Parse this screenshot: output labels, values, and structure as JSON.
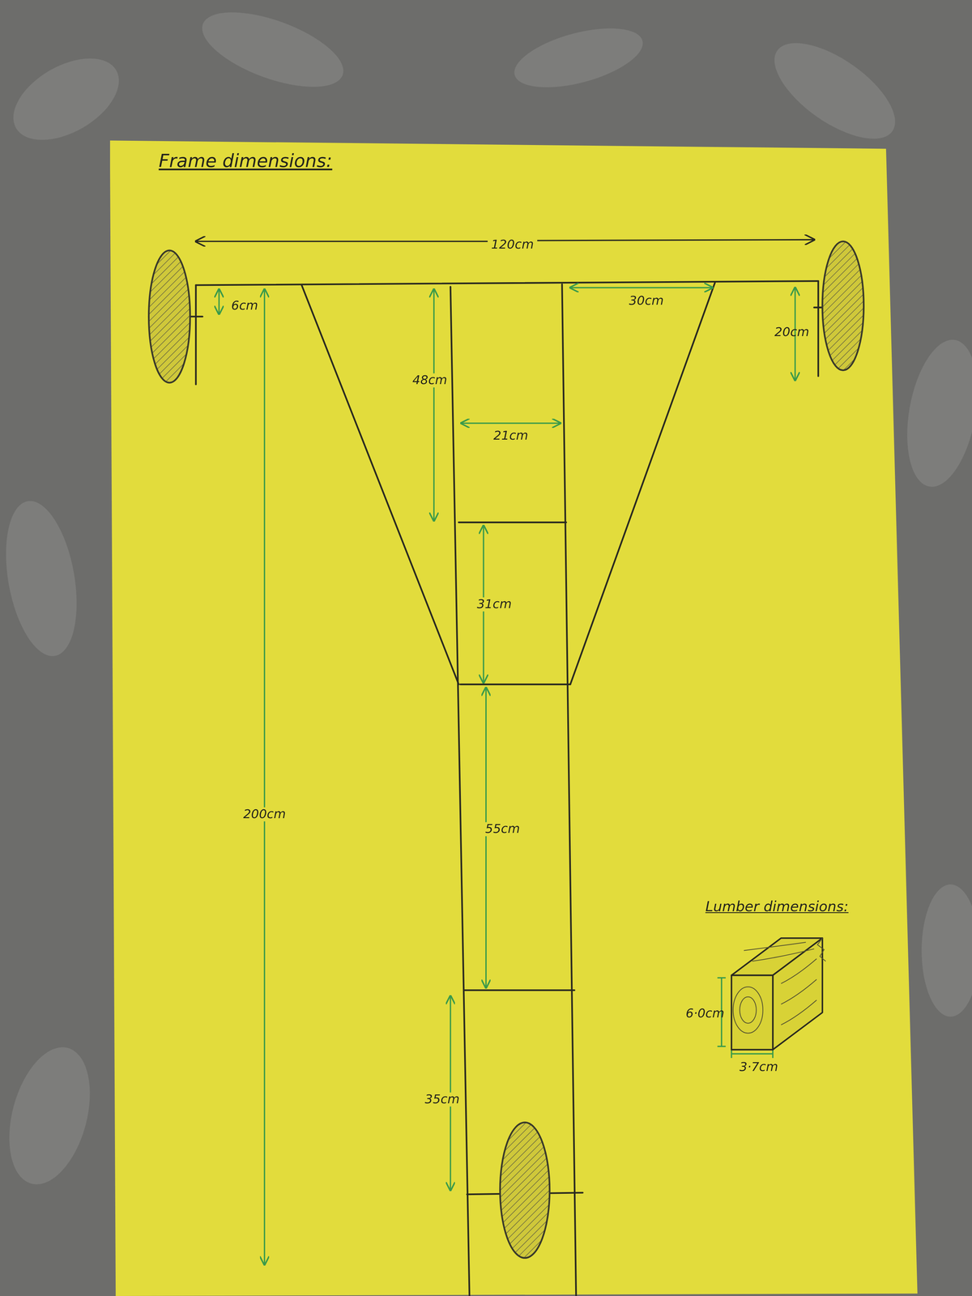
{
  "diagram": {
    "title": "Frame dimensions:",
    "labels": [
      "120cm",
      "6cm",
      "30cm",
      "20cm",
      "48cm",
      "21cm",
      "31cm",
      "200cm",
      "55cm",
      "35cm",
      "Lumber dimensions:",
      "6·0cm",
      "3·7cm"
    ]
  }
}
